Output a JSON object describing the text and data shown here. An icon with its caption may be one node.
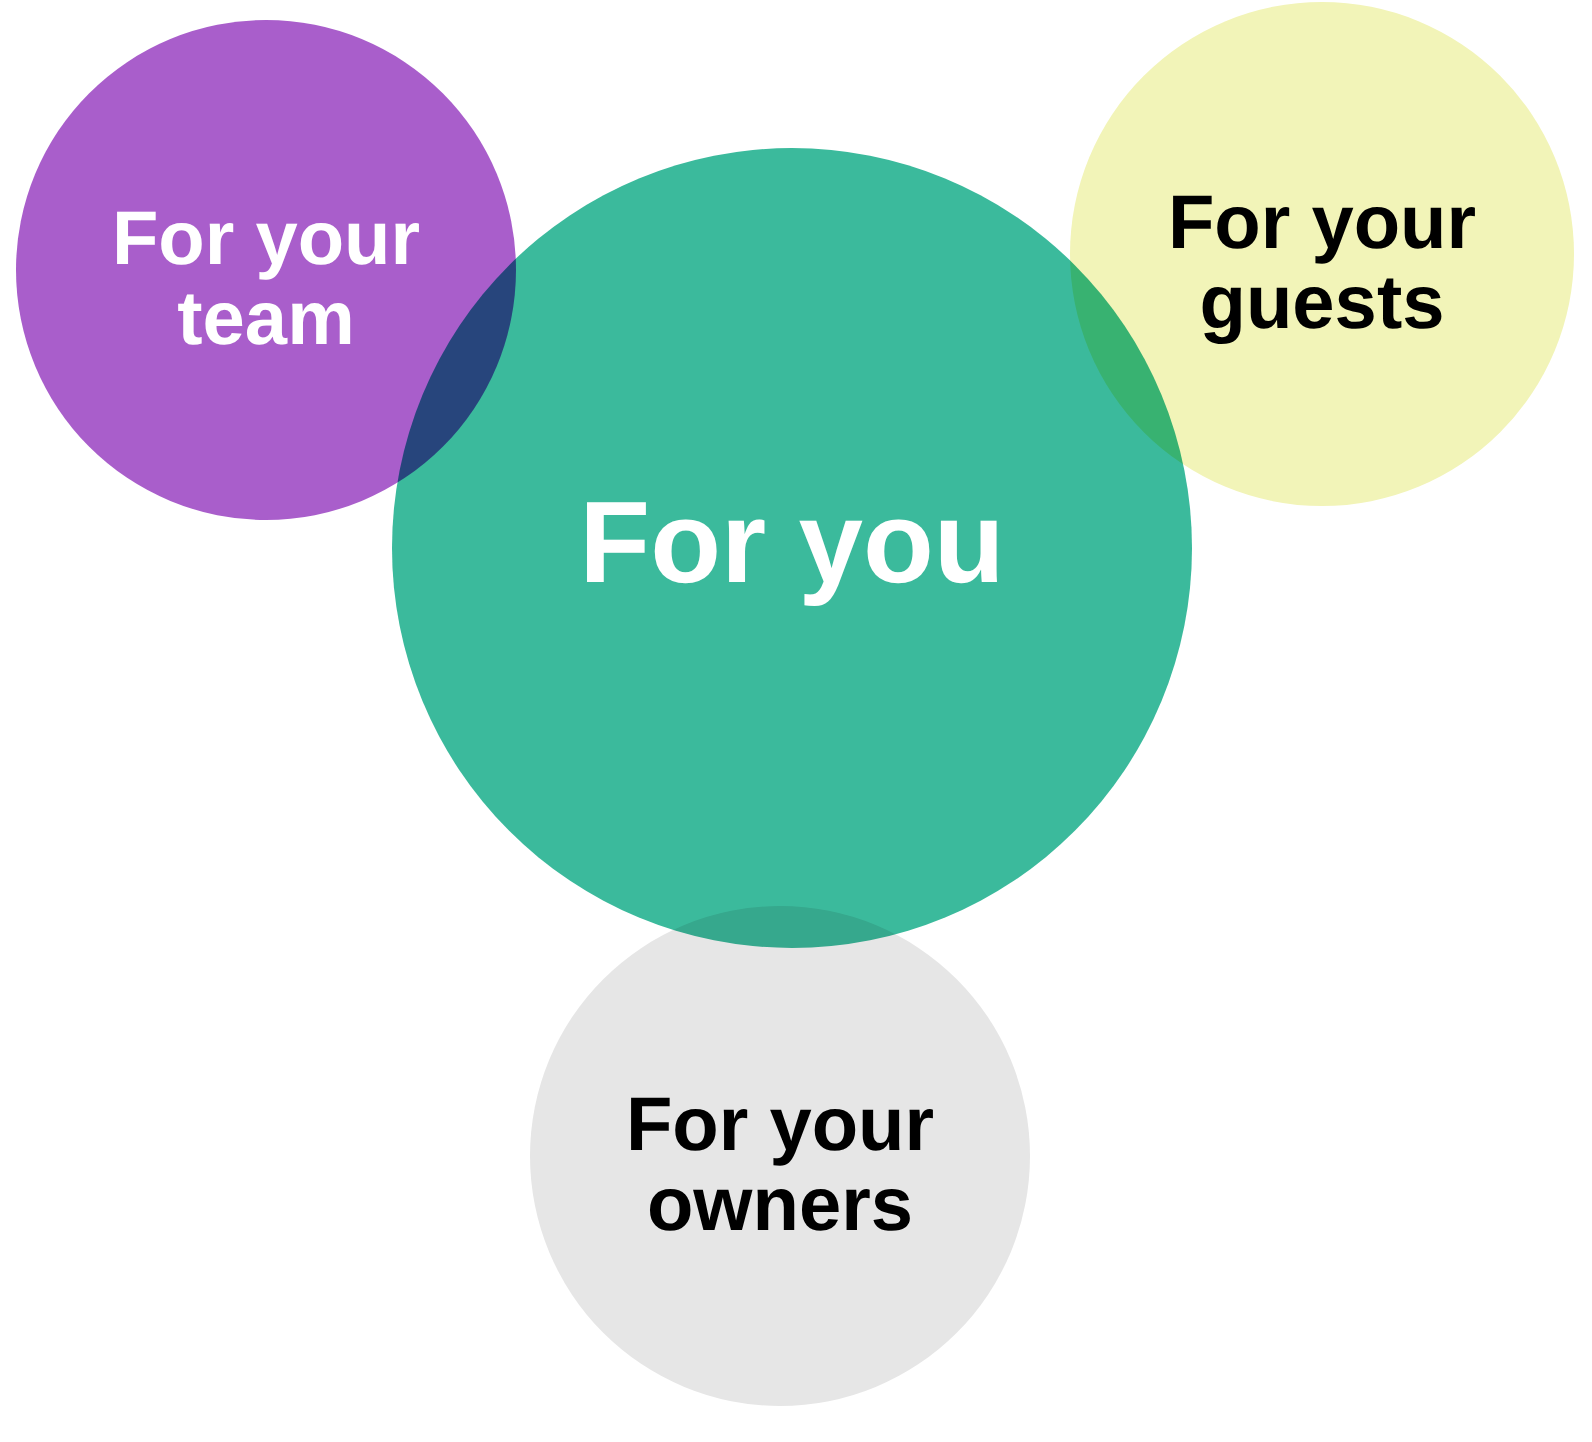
{
  "diagram": {
    "nodes": [
      {
        "text": [
          "For your team"
        ]
      },
      {
        "text": [
          "For your guests"
        ]
      },
      {
        "text": [
          "For you"
        ]
      },
      {
        "text": [
          "For your owners"
        ]
      }
    ],
    "edges": []
  }
}
